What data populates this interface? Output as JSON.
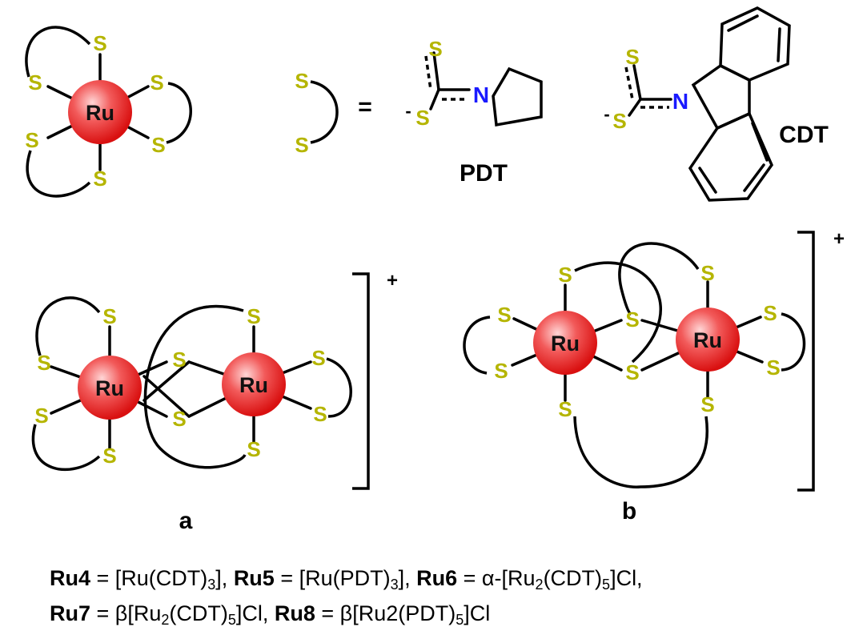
{
  "labels": {
    "ru": "Ru",
    "s": "S",
    "n": "N",
    "equals": "=",
    "minus": "-",
    "plus": "+",
    "pdt": "PDT",
    "cdt": "CDT",
    "a": "a",
    "b": "b"
  },
  "caption": {
    "line1": [
      {
        "t": "Ru4",
        "b": true
      },
      {
        "t": " = [Ru(CDT)"
      },
      {
        "t": "3",
        "sub": true
      },
      {
        "t": "], "
      },
      {
        "t": "Ru5",
        "b": true
      },
      {
        "t": " = [Ru(PDT)"
      },
      {
        "t": "3",
        "sub": true
      },
      {
        "t": "], "
      },
      {
        "t": "Ru6",
        "b": true
      },
      {
        "t": " = α-[Ru"
      },
      {
        "t": "2",
        "sub": true
      },
      {
        "t": "(CDT)"
      },
      {
        "t": "5",
        "sub": true
      },
      {
        "t": "]Cl,"
      }
    ],
    "line2": [
      {
        "t": "Ru7",
        "b": true
      },
      {
        "t": " = β[Ru"
      },
      {
        "t": "2",
        "sub": true
      },
      {
        "t": "(CDT)"
      },
      {
        "t": "5",
        "sub": true
      },
      {
        "t": "]Cl, "
      },
      {
        "t": "Ru8",
        "b": true
      },
      {
        "t": " = β[Ru2(PDT)"
      },
      {
        "t": "5",
        "sub": true
      },
      {
        "t": "]Cl"
      }
    ]
  },
  "colors": {
    "sulfur": "#b5b500",
    "nitrogen": "#1a1aff",
    "ru_sphere": "#e81818"
  }
}
